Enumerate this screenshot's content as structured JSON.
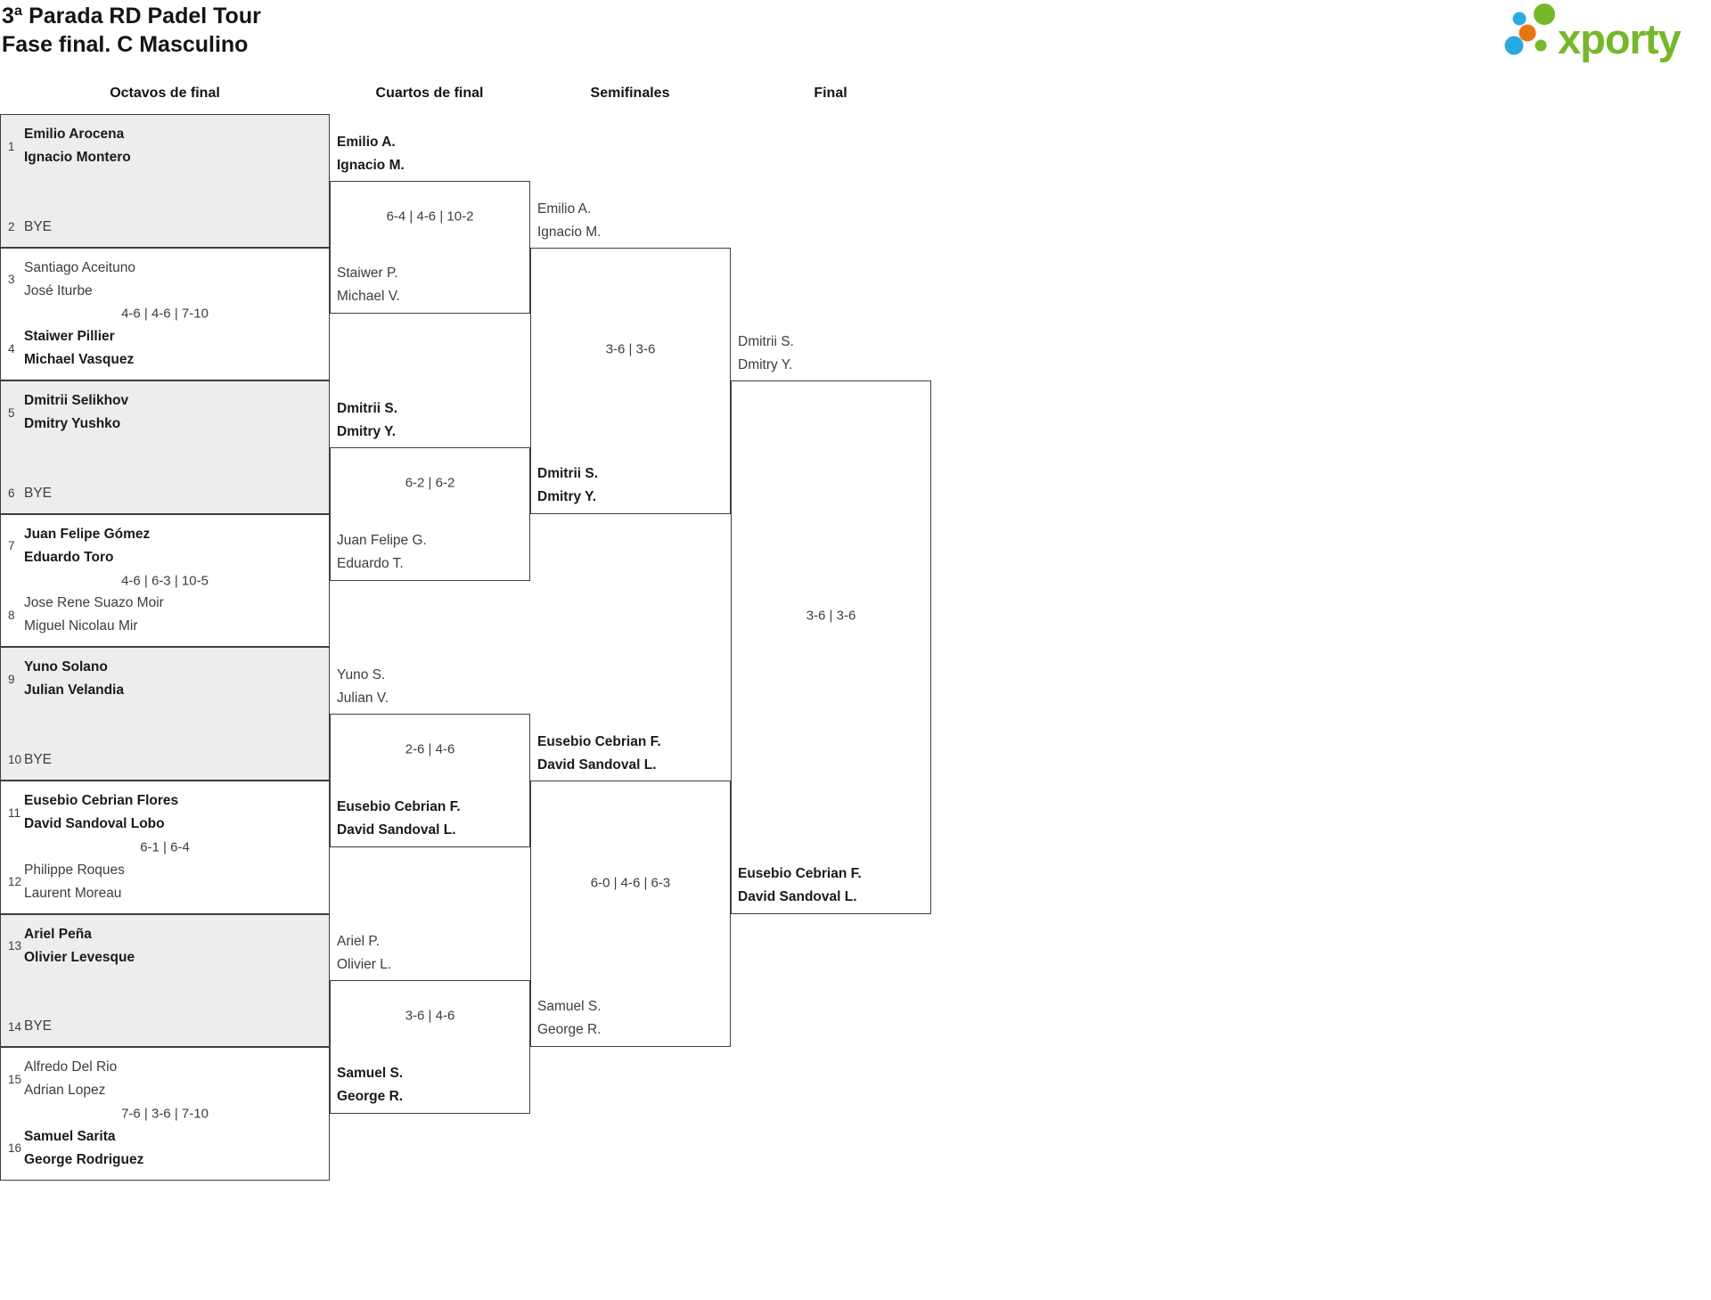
{
  "header": {
    "title_line1": "3ª Parada RD Padel Tour",
    "title_line2": "Fase final. C Masculino"
  },
  "logo": {
    "brand": "xporty",
    "green": "#76b82a",
    "blue": "#2aa9e0",
    "orange": "#e87511"
  },
  "round_headers": [
    "Octavos de final",
    "Cuartos de final",
    "Semifinales",
    "Final"
  ],
  "octavos": [
    {
      "seed_a": "1",
      "a1": "Emilio Arocena",
      "a2": "Ignacio Montero",
      "a_win": true,
      "seed_b": "2",
      "b1": "BYE",
      "b2": "",
      "b_win": false,
      "score": ""
    },
    {
      "seed_a": "3",
      "a1": "Santiago Aceituno",
      "a2": "José Iturbe",
      "a_win": false,
      "seed_b": "4",
      "b1": "Staiwer Pillier",
      "b2": "Michael Vasquez",
      "b_win": true,
      "score": "4-6 | 4-6 | 7-10"
    },
    {
      "seed_a": "5",
      "a1": "Dmitrii Selikhov",
      "a2": "Dmitry Yushko",
      "a_win": true,
      "seed_b": "6",
      "b1": "BYE",
      "b2": "",
      "b_win": false,
      "score": ""
    },
    {
      "seed_a": "7",
      "a1": "Juan Felipe Gómez",
      "a2": "Eduardo Toro",
      "a_win": true,
      "seed_b": "8",
      "b1": "Jose Rene Suazo Moir",
      "b2": "Miguel Nicolau Mir",
      "b_win": false,
      "score": "4-6 | 6-3 | 10-5"
    },
    {
      "seed_a": "9",
      "a1": "Yuno Solano",
      "a2": "Julian Velandia",
      "a_win": true,
      "seed_b": "10",
      "b1": "BYE",
      "b2": "",
      "b_win": false,
      "score": ""
    },
    {
      "seed_a": "11",
      "a1": "Eusebio Cebrian Flores",
      "a2": "David Sandoval Lobo",
      "a_win": true,
      "seed_b": "12",
      "b1": "Philippe Roques",
      "b2": "Laurent Moreau",
      "b_win": false,
      "score": "6-1 | 6-4"
    },
    {
      "seed_a": "13",
      "a1": "Ariel Peña",
      "a2": "Olivier Levesque",
      "a_win": true,
      "seed_b": "14",
      "b1": "BYE",
      "b2": "",
      "b_win": false,
      "score": ""
    },
    {
      "seed_a": "15",
      "a1": "Alfredo Del Rio",
      "a2": "Adrian Lopez",
      "a_win": false,
      "seed_b": "16",
      "b1": "Samuel Sarita",
      "b2": "George Rodriguez",
      "b_win": true,
      "score": "7-6 | 3-6 | 7-10"
    }
  ],
  "cuartos": [
    {
      "a1": "Emilio A.",
      "a2": "Ignacio M.",
      "a_win": true,
      "b1": "Staiwer P.",
      "b2": "Michael V.",
      "b_win": false,
      "score": "6-4 | 4-6 | 10-2"
    },
    {
      "a1": "Dmitrii S.",
      "a2": "Dmitry Y.",
      "a_win": true,
      "b1": "Juan Felipe G.",
      "b2": "Eduardo T.",
      "b_win": false,
      "score": "6-2 | 6-2"
    },
    {
      "a1": "Yuno S.",
      "a2": "Julian V.",
      "a_win": false,
      "b1": "Eusebio Cebrian F.",
      "b2": "David Sandoval L.",
      "b_win": true,
      "score": "2-6 | 4-6"
    },
    {
      "a1": "Ariel P.",
      "a2": "Olivier L.",
      "a_win": false,
      "b1": "Samuel S.",
      "b2": "George R.",
      "b_win": true,
      "score": "3-6 | 4-6"
    }
  ],
  "semifinales": [
    {
      "a1": "Emilio A.",
      "a2": "Ignacio M.",
      "a_win": false,
      "b1": "Dmitrii S.",
      "b2": "Dmitry Y.",
      "b_win": true,
      "score": "3-6 | 3-6"
    },
    {
      "a1": "Eusebio Cebrian F.",
      "a2": "David Sandoval L.",
      "a_win": true,
      "b1": "Samuel S.",
      "b2": "George R.",
      "b_win": false,
      "score": "6-0 | 4-6 | 6-3"
    }
  ],
  "final": {
    "a1": "Dmitrii S.",
    "a2": "Dmitry Y.",
    "a_win": false,
    "b1": "Eusebio Cebrian F.",
    "b2": "David Sandoval L.",
    "b_win": true,
    "score": "3-6 | 3-6"
  }
}
